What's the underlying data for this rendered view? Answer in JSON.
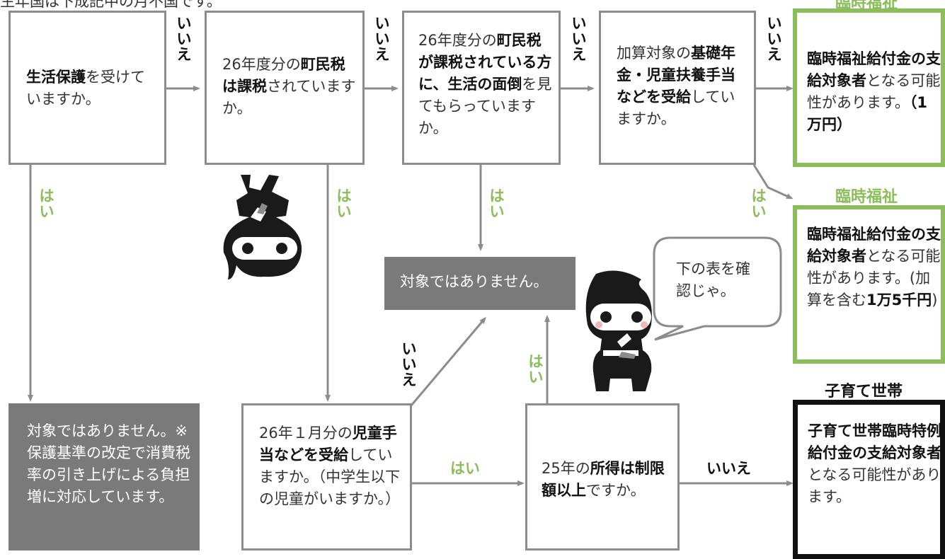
{
  "top_note": "生年国は下成記中の月不国です。",
  "box_welfare": {
    "pre": "",
    "bold": "生活保護",
    "post": "を受けていますか。"
  },
  "box_town_tax": {
    "pre": "26年度分の",
    "bold": "町民税は課税",
    "post": "されていますか。"
  },
  "box_dependent": {
    "pre": "26年度分の",
    "bold": "町民税が課税されている方に、生活の面倒",
    "post": "を見てもらっていますか。"
  },
  "box_pension": {
    "pre": "加算対象の",
    "bold": "基礎年金・児童扶養手当などを受給",
    "post": "していますか。"
  },
  "box_child_allowance": {
    "pre": "26年１月分の",
    "bold": "児童手当などを受給",
    "post": "していますか。（中学生以下の児童がいますか。）"
  },
  "box_income": {
    "pre": "25年の",
    "bold": "所得は制限額以上",
    "post": "ですか。"
  },
  "result_not_eligible_middle": "対象ではありません。",
  "result_not_eligible_left": "対象ではありません。※保護基準の改定で消費税率の引き上げによる負担増に対応しています。",
  "result_welfare_10k": {
    "heading": "臨時福祉",
    "bold": "臨時福祉給付金の支給対象者",
    "post": "となる可能性があります。",
    "amount": "（1 万円）"
  },
  "result_welfare_15k": {
    "heading": "臨時福祉",
    "bold": "臨時福祉給付金の支給対象者",
    "post": "となる可能性があります。(加算を含む",
    "amount": "1万5千円",
    "close": ")"
  },
  "result_child": {
    "heading": "子育て世帯",
    "bold": "子育て世帯臨時特例給付金の支給対象者",
    "post": "となる可能性があります。"
  },
  "speech_bubble": "下の表を確認じゃ。",
  "label_no": "いいえ",
  "label_yes": "はい",
  "colors": {
    "accent_green": "#8bbd5a",
    "box_border": "#8c8c8c",
    "result_gray": "#7a7a7a",
    "black": "#111111"
  },
  "icons": [
    "ninja-upside-down-icon",
    "ninja-pointing-icon"
  ]
}
